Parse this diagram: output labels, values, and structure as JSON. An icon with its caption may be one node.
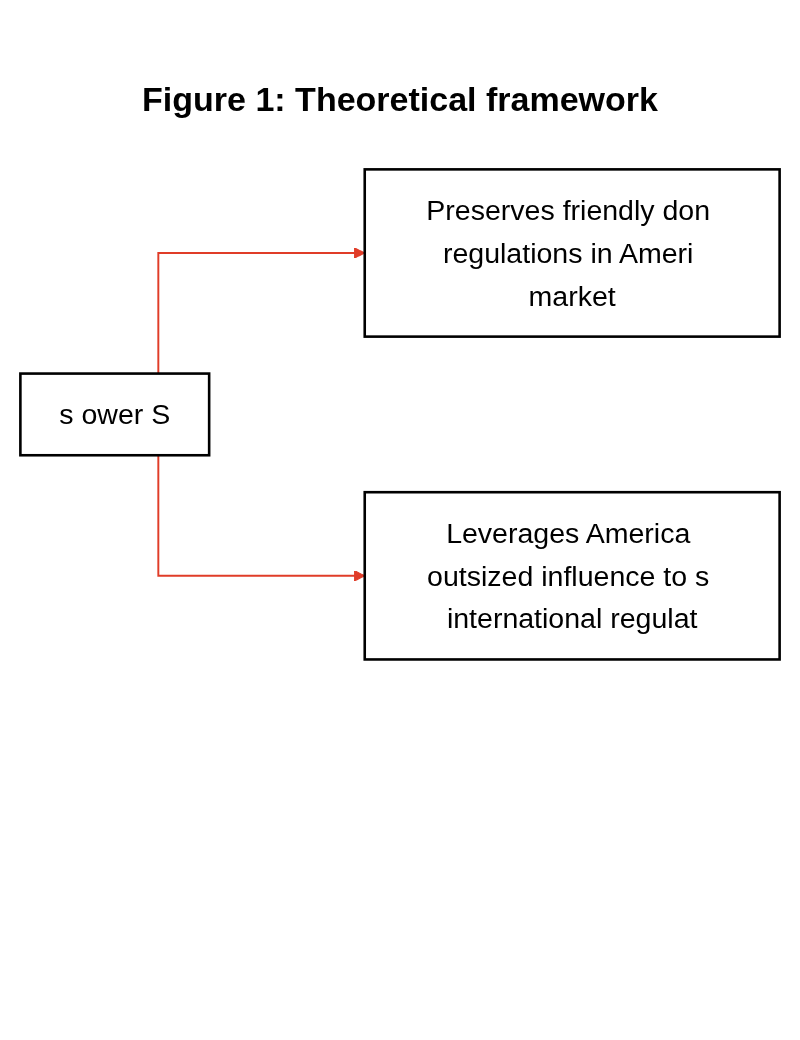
{
  "diagram": {
    "title": "Figure 1: Theoretical framework",
    "nodes": [
      {
        "text": [
          "s ower S"
        ]
      },
      {
        "text": [
          "Preserves friendly don regulations in Ameri market"
        ]
      },
      {
        "text": [
          "Leverages America outsized influence to s international regulat"
        ]
      }
    ],
    "edges": [
      {
        "from": 0,
        "to": 1,
        "arrow": "to",
        "color": "#e03c28"
      },
      {
        "from": 0,
        "to": 2,
        "arrow": "to",
        "color": "#e03c28"
      }
    ]
  }
}
